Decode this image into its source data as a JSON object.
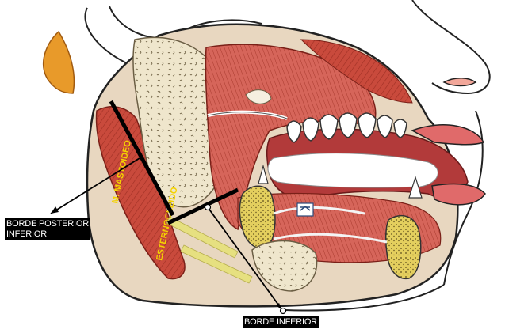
{
  "labels": {
    "borde_posterior_line1": "BORDE POSTERIOR",
    "borde_posterior_line2": "INFERIOR",
    "borde_inferior": "BORDE INFERIOR",
    "muscle_label_upper": "M. MASTOIDEO",
    "muscle_label_lower": "ESTERNOCLEIDO"
  },
  "colors": {
    "muscle": "#c94a3c",
    "muscle_light": "#e58a7a",
    "gland": "#efe6cc",
    "bone": "#e4cf5e",
    "hair": "#e89a2a",
    "label_bg": "#000000",
    "muscle_text": "#f4d300"
  }
}
